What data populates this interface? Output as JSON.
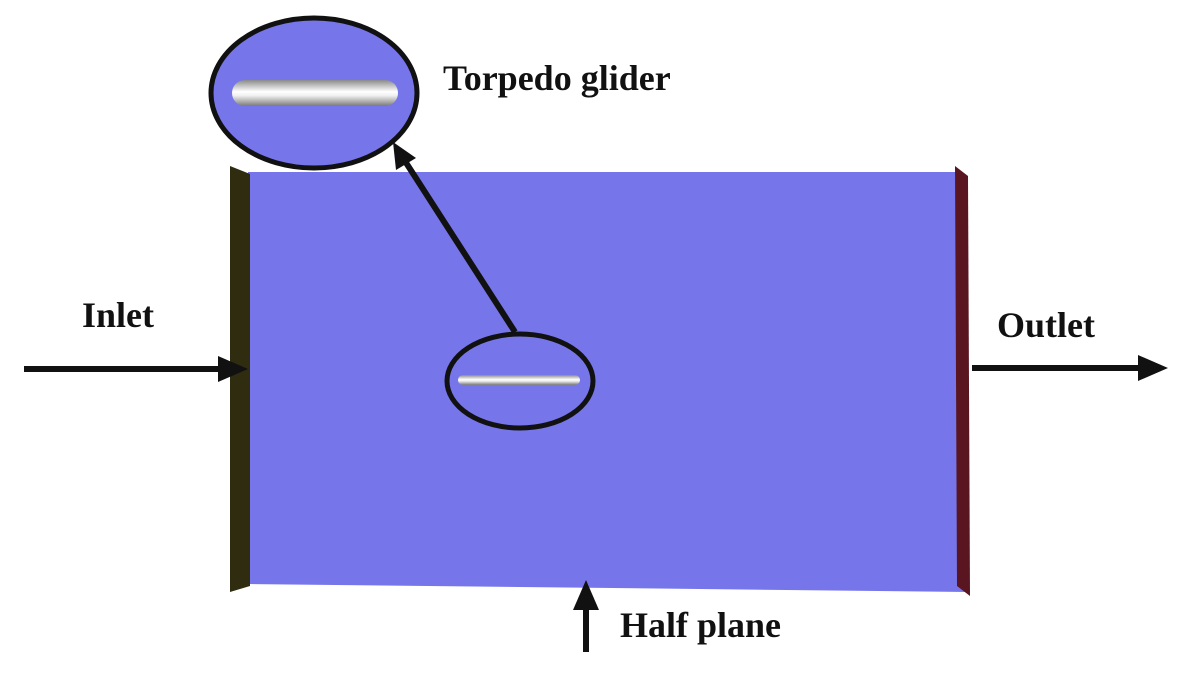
{
  "labels": {
    "torpedo_glider": "Torpedo glider",
    "inlet": "Inlet",
    "outlet": "Outlet",
    "half_plane": "Half plane"
  },
  "colors": {
    "domain_fill": "#7676ea",
    "inlet_wall": "#2f2c0f",
    "outlet_wall": "#5a1620",
    "outline": "#111111",
    "glider_highlight": "#ffffff",
    "glider_shade": "#8a8a8a"
  }
}
